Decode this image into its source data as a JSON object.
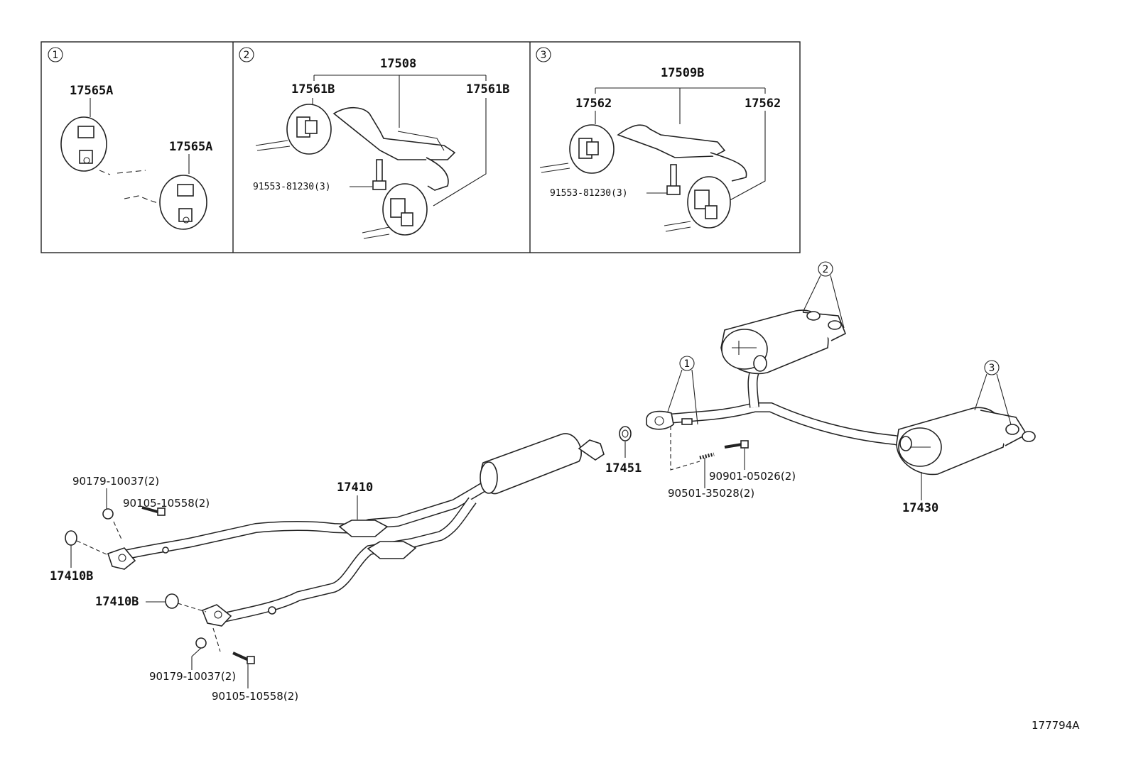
{
  "insets": [
    {
      "marker": "1",
      "labels": [
        "17565A",
        "17565A"
      ]
    },
    {
      "marker": "2",
      "labels": [
        "17508",
        "17561B",
        "17561B",
        "91553-81230(3)"
      ]
    },
    {
      "marker": "3",
      "labels": [
        "17509B",
        "17562",
        "17562",
        "91553-81230(3)"
      ]
    }
  ],
  "main": {
    "front_pipe": "17410",
    "gasket_upper": "17410B",
    "gasket_lower": "17410B",
    "nut_upper": "90179-10037(2)",
    "bolt_upper": "90105-10558(2)",
    "nut_lower": "90179-10037(2)",
    "bolt_lower": "90105-10558(2)",
    "center_gasket": "17451",
    "rear_bolt": "90901-05026(2)",
    "rear_spring": "90501-35028(2)",
    "tail_pipe": "17430",
    "callout_1": "1",
    "callout_2": "2",
    "callout_3": "3"
  },
  "diagram_code": "177794A"
}
